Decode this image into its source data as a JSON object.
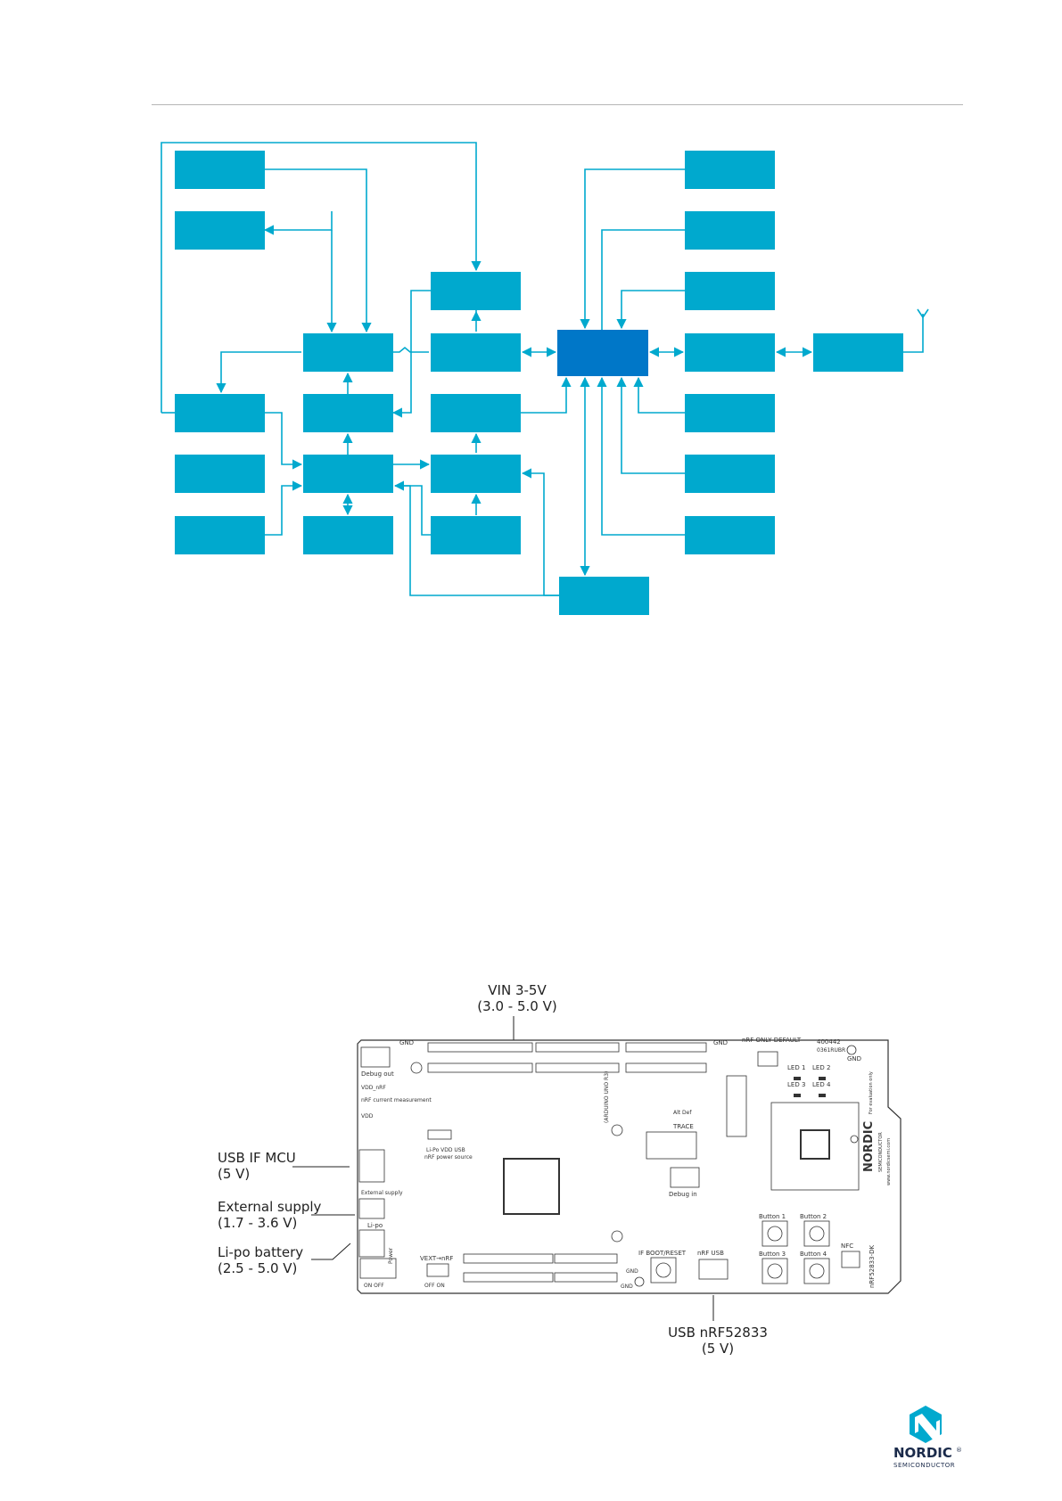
{
  "callouts": {
    "vin": {
      "line1": "VIN 3-5V",
      "line2": "(3.0 - 5.0 V)"
    },
    "usb_if_mcu": {
      "line1": "USB IF MCU",
      "line2": "(5 V)"
    },
    "external_supply": {
      "line1": "External supply",
      "line2": "(1.7 - 3.6 V)"
    },
    "lipo_battery": {
      "line1": "Li-po battery",
      "line2": "(2.5 - 5.0 V)"
    },
    "usb_nrf": {
      "line1": "USB nRF52833",
      "line2": "(5 V)"
    }
  },
  "board": {
    "part_number": "400442",
    "revision": "0361RUBR",
    "name": "nRF52833-DK",
    "website": "www.nordicsemi.com",
    "for_eval": "For evaluation only",
    "brand": "NORDIC",
    "brand_sub": "SEMICONDUCTOR",
    "labels": {
      "gnd_top": "GND",
      "gnd_top_right": "GND",
      "gnd_right": "GND",
      "gnd_bottom": "GND",
      "gnd_bottom2": "GND",
      "nrf_only_default": "nRF ONLY DEFAULT",
      "debug_out": "Debug out",
      "vdd_nrf": "VDD_nRF",
      "nrf_current": "nRF current measurement",
      "vdd": "VDD",
      "lipo_vdd_usb": "Li-Po VDD USB",
      "nrf_power_source": "nRF power source",
      "external_supply": "External supply",
      "lipo": "Li-po",
      "power": "Power",
      "on_off": "ON   OFF",
      "vext_nrf": "VEXT→nRF",
      "off_on": "OFF  ON",
      "if_boot_reset": "IF BOOT/RESET",
      "nrf_usb": "nRF USB",
      "debug_in": "Debug in",
      "trace": "TRACE",
      "alt_def": "Alt   Def",
      "arduino_uno": "(ARDUINO UNO R3)",
      "led1": "LED 1",
      "led2": "LED 2",
      "led3": "LED 3",
      "led4": "LED 4",
      "button1": "Button 1",
      "button2": "Button 2",
      "button3": "Button 3",
      "button4": "Button 4",
      "nfc": "NFC"
    }
  },
  "footer_logo": {
    "brand": "NORDIC",
    "sub": "SEMICONDUCTOR",
    "trademark": "®"
  },
  "colors": {
    "block": "#00a9ce",
    "block_center": "#0077c8",
    "line": "#00a9ce",
    "text": "#222222",
    "logo_blue": "#00a9ce"
  }
}
